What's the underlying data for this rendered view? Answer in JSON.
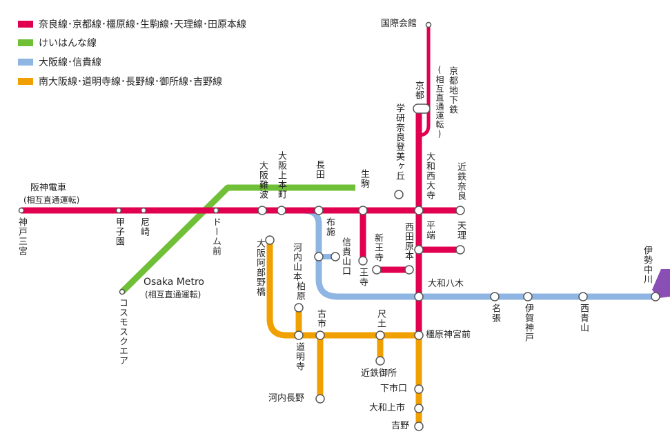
{
  "colors": {
    "red": "#e0004f",
    "green": "#6fbf37",
    "blue": "#8fb5e3",
    "orange": "#f0a000",
    "purple": "#8a4fb5"
  },
  "legend": [
    {
      "color": "red",
      "label": "奈良線･京都線･橿原線･生駒線･天理線･田原本線"
    },
    {
      "color": "green",
      "label": "けいはんな線"
    },
    {
      "color": "blue",
      "label": "大阪線･信貴線"
    },
    {
      "color": "orange",
      "label": "南大阪線･道明寺線･長野線･御所線･吉野線"
    }
  ],
  "stations": {
    "kokusai_kaikan": "国際会館",
    "kyoto": "京都",
    "kyoto_subway": "京都地下鉄",
    "kyoto_subway_note": "(相互直通運転)",
    "gakken": "学研奈良登美ヶ丘",
    "ikoma": "生駒",
    "nagata": "長田",
    "osaka_uehommachi": "大阪上本町",
    "osaka_namba": "大阪難波",
    "yamato_saidaiji": "大和西大寺",
    "kintetsu_nara": "近鉄奈良",
    "hanshin": "阪神電車",
    "hanshin_note": "(相互直通運転)",
    "kobe_sannomiya": "神戸三宮",
    "koshien": "甲子園",
    "amagasaki": "尼崎",
    "dome_mae": "ドーム前",
    "fuse": "布施",
    "kawachi_yamamoto": "河内山本",
    "shigisanguchi": "信貴山口",
    "oji": "王寺",
    "shin_oji": "新王寺",
    "nishitawaramoto": "西田原本",
    "hirahata": "平端",
    "tenri": "天理",
    "yamato_yagi": "大和八木",
    "nabari": "名張",
    "iga_kambe": "伊賀神戸",
    "nishi_aoyama": "西青山",
    "ise_nakagawa": "伊勢中川",
    "cosmo_square": "コスモスクエア",
    "osaka_metro": "Osaka Metro",
    "osaka_metro_note": "(相互直通運転)",
    "osaka_abenobashi": "大阪阿部野橋",
    "kashiwara": "柏原",
    "domyoji": "道明寺",
    "furuichi": "古市",
    "shakudo": "尺土",
    "kintetsu_gose": "近鉄御所",
    "kashiharajingu_mae": "橿原神宮前",
    "kawachi_nagano": "河内長野",
    "shimoichiguchi": "下市口",
    "yamato_kamiichi": "大和上市",
    "yoshino": "吉野"
  }
}
